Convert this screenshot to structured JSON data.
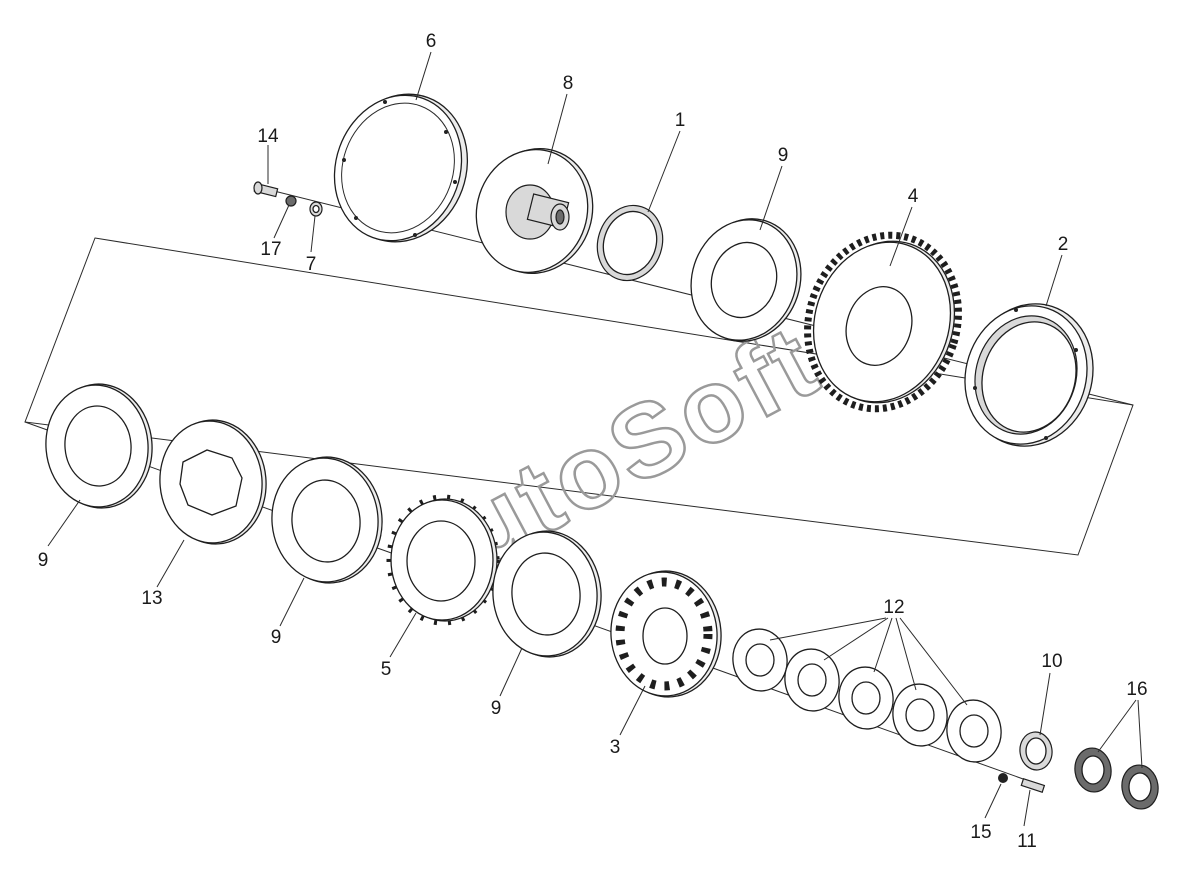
{
  "watermark": "AutoSoft",
  "callouts": [
    {
      "id": "c6",
      "text": "6"
    },
    {
      "id": "c8",
      "text": "8"
    },
    {
      "id": "c1",
      "text": "1"
    },
    {
      "id": "c9a",
      "text": "9"
    },
    {
      "id": "c4",
      "text": "4"
    },
    {
      "id": "c2",
      "text": "2"
    },
    {
      "id": "c14",
      "text": "14"
    },
    {
      "id": "c17",
      "text": "17"
    },
    {
      "id": "c7",
      "text": "7"
    },
    {
      "id": "c9b",
      "text": "9"
    },
    {
      "id": "c13",
      "text": "13"
    },
    {
      "id": "c9c",
      "text": "9"
    },
    {
      "id": "c5",
      "text": "5"
    },
    {
      "id": "c9d",
      "text": "9"
    },
    {
      "id": "c3",
      "text": "3"
    },
    {
      "id": "c12",
      "text": "12"
    },
    {
      "id": "c10",
      "text": "10"
    },
    {
      "id": "c16",
      "text": "16"
    },
    {
      "id": "c15",
      "text": "15"
    },
    {
      "id": "c11",
      "text": "11"
    }
  ]
}
